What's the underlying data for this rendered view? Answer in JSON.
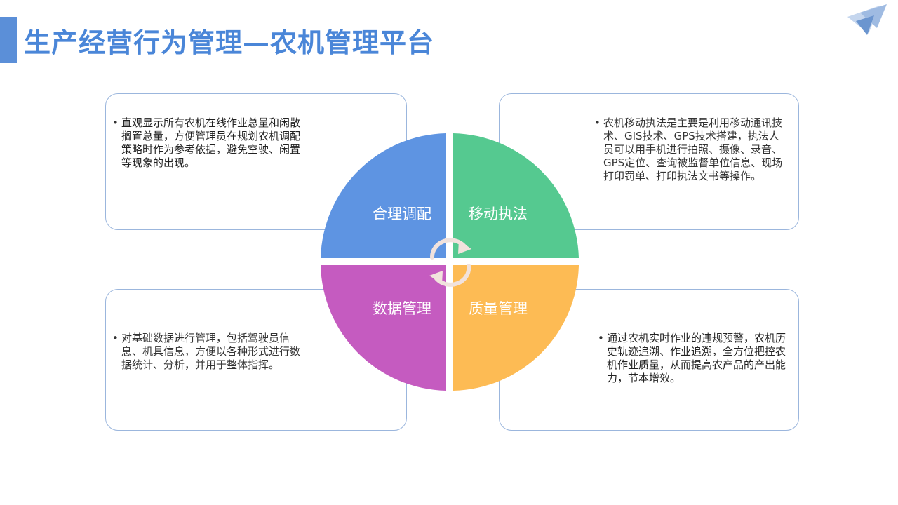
{
  "header": {
    "title": "生产经营行为管理—农机管理平台"
  },
  "colors": {
    "accent": "#5b8fd8",
    "title": "#4a86d8",
    "quad_tl": "#5e94e2",
    "quad_tr": "#55c990",
    "quad_bl": "#c55bc0",
    "quad_br": "#fdbb54",
    "card_border": "#9bb6dd"
  },
  "diagram": {
    "center_icon": "cycle-arrows-icon",
    "quadrants": [
      {
        "id": "tl",
        "label": "合理调配",
        "color": "#5e94e2"
      },
      {
        "id": "tr",
        "label": "移动执法",
        "color": "#55c990"
      },
      {
        "id": "bl",
        "label": "数据管理",
        "color": "#c55bc0"
      },
      {
        "id": "br",
        "label": "质量管理",
        "color": "#fdbb54"
      }
    ]
  },
  "cards": {
    "top_left": {
      "text": "直观显示所有农机在线作业总量和闲散搁置总量，方便管理员在规划农机调配策略时作为参考依据，避免空驶、闲置等现象的出现。"
    },
    "top_right": {
      "text": "农机移动执法是主要是利用移动通讯技术、GIS技术、GPS技术搭建，执法人员可以用手机进行拍照、摄像、录音、GPS定位、查询被监督单位信息、现场打印罚单、打印执法文书等操作。"
    },
    "bottom_left": {
      "text": "对基础数据进行管理，包括驾驶员信息、机具信息，方便以各种形式进行数据统计、分析，并用于整体指挥。"
    },
    "bottom_right": {
      "text": "通过农机实时作业的违规预警，农机历史轨迹追溯、作业追溯，全方位把控农机作业质量，从而提高农产品的产出能力，节本增效。"
    }
  }
}
